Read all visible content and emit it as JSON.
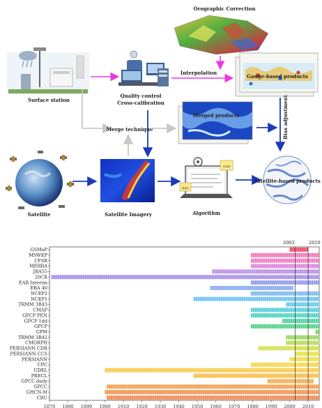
{
  "flow": {
    "orographic_label": "Orographic Correction",
    "surface_label": "Surface station",
    "qc_label_1": "Quality control",
    "qc_label_2": "Cross-calibration",
    "interp_label": "Interpolation",
    "gauge_label": "Gauge-based products",
    "merge_label": "Merge technique",
    "merged_label": "Merged products",
    "bias_label": "Bias adjustment",
    "satellite_label": "Satellite",
    "imagery_label": "Satellite Imagery",
    "algorithm_label": "Algorithm",
    "satprod_label": "Satellite-based products",
    "note_1": "code",
    "note_2": "bias"
  },
  "chart_data": {
    "type": "bar",
    "markers": [
      "2003",
      "2010"
    ],
    "xlim": [
      1870,
      2016
    ],
    "xticks": [
      1870,
      1880,
      1890,
      1900,
      1910,
      1920,
      1930,
      1940,
      1950,
      1960,
      1970,
      1980,
      1990,
      2000,
      2010
    ],
    "datasets": [
      {
        "name": "GSMaP",
        "start": 2000,
        "end": 2010,
        "color": "#ef3b56"
      },
      {
        "name": "MSWEP",
        "start": 1979,
        "end": 2016,
        "color": "#f06fae"
      },
      {
        "name": "CFSR",
        "start": 1979,
        "end": 2016,
        "color": "#ec6fb9"
      },
      {
        "name": "MERRA",
        "start": 1979,
        "end": 2016,
        "color": "#dc7bd7"
      },
      {
        "name": "JRA55",
        "start": 1958,
        "end": 2016,
        "color": "#b487e3"
      },
      {
        "name": "20CR",
        "start": 1871,
        "end": 2016,
        "color": "#9d86e6"
      },
      {
        "name": "EAR Interim",
        "start": 1979,
        "end": 2016,
        "color": "#8b92ea"
      },
      {
        "name": "ERA 40",
        "start": 1957,
        "end": 2002,
        "color": "#7ea4ee"
      },
      {
        "name": "NCEP2",
        "start": 1979,
        "end": 2016,
        "color": "#73b2f0"
      },
      {
        "name": "NCEP1",
        "start": 1948,
        "end": 2016,
        "color": "#64bdf0"
      },
      {
        "name": "TRMM 3B43",
        "start": 1998,
        "end": 2016,
        "color": "#58c7ea"
      },
      {
        "name": "CMAP",
        "start": 1979,
        "end": 2016,
        "color": "#49cbd8"
      },
      {
        "name": "GPCP PEN",
        "start": 1979,
        "end": 2016,
        "color": "#40cfbd"
      },
      {
        "name": "GPCP 1dd",
        "start": 1996,
        "end": 2016,
        "color": "#3dcf9d"
      },
      {
        "name": "GPCP",
        "start": 1979,
        "end": 2016,
        "color": "#46cf7d"
      },
      {
        "name": "GPM",
        "start": 2014,
        "end": 2016,
        "color": "#69d05d"
      },
      {
        "name": "TRMM 3B42",
        "start": 1998,
        "end": 2016,
        "color": "#91d44f"
      },
      {
        "name": "CMORPH",
        "start": 1998,
        "end": 2016,
        "color": "#b3d845"
      },
      {
        "name": "PERSIANN CDR",
        "start": 1983,
        "end": 2016,
        "color": "#cedd3f"
      },
      {
        "name": "PERSIANN CCS",
        "start": 2003,
        "end": 2016,
        "color": "#e3e13b"
      },
      {
        "name": "PERSIANN",
        "start": 2000,
        "end": 2016,
        "color": "#efdc3b"
      },
      {
        "name": "CPC",
        "start": 1979,
        "end": 2016,
        "color": "#f6d23a"
      },
      {
        "name": "UDEL",
        "start": 1900,
        "end": 2016,
        "color": "#f7c63b"
      },
      {
        "name": "PRECL",
        "start": 1948,
        "end": 2016,
        "color": "#f6b83c"
      },
      {
        "name": "GPCC daily",
        "start": 1988,
        "end": 2013,
        "color": "#f4a63d"
      },
      {
        "name": "GPCC",
        "start": 1901,
        "end": 2016,
        "color": "#f2973f"
      },
      {
        "name": "GHCN-M",
        "start": 1900,
        "end": 2016,
        "color": "#f08a41"
      },
      {
        "name": "CRU",
        "start": 1901,
        "end": 2016,
        "color": "#ee8043"
      }
    ]
  }
}
